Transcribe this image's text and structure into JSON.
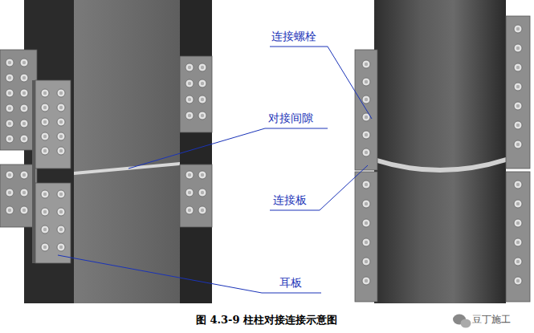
{
  "diagram": {
    "caption": "图 4.3-9 柱柱对接连接示意图",
    "labels": [
      "连接螺栓",
      "对接间隙",
      "连接板",
      "耳板",
      "豆丁施工"
    ]
  }
}
